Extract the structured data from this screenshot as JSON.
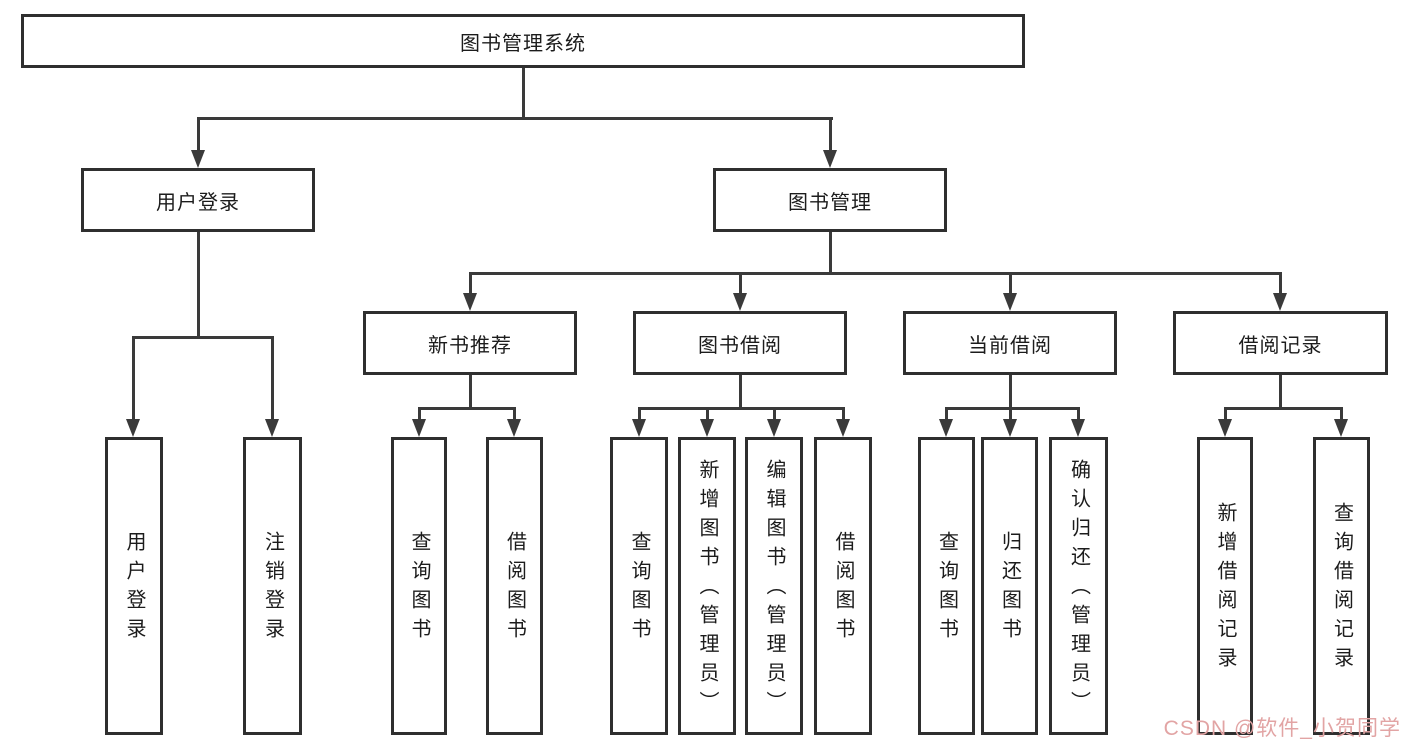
{
  "tree": {
    "label": "图书管理系统",
    "children": [
      {
        "label": "用户登录",
        "children": [
          {
            "label": "用户登录"
          },
          {
            "label": "注销登录"
          }
        ]
      },
      {
        "label": "图书管理",
        "children": [
          {
            "label": "新书推荐",
            "children": [
              {
                "label": "查询图书"
              },
              {
                "label": "借阅图书"
              }
            ]
          },
          {
            "label": "图书借阅",
            "children": [
              {
                "label": "查询图书"
              },
              {
                "label": "新增图书（管理员）"
              },
              {
                "label": "编辑图书（管理员）"
              },
              {
                "label": "借阅图书"
              }
            ]
          },
          {
            "label": "当前借阅",
            "children": [
              {
                "label": "查询图书"
              },
              {
                "label": "归还图书"
              },
              {
                "label": "确认归还（管理员）"
              }
            ]
          },
          {
            "label": "借阅记录",
            "children": [
              {
                "label": "新增借阅记录"
              },
              {
                "label": "查询借阅记录"
              }
            ]
          }
        ]
      }
    ]
  },
  "watermark": {
    "text": "CSDN @软件_小贺同学",
    "color": "#e2a4a4"
  },
  "colors": {
    "background": "#ffffff",
    "box_border": "#2f2f2f",
    "line": "#3a3a3a",
    "text": "#1c1c1c"
  }
}
